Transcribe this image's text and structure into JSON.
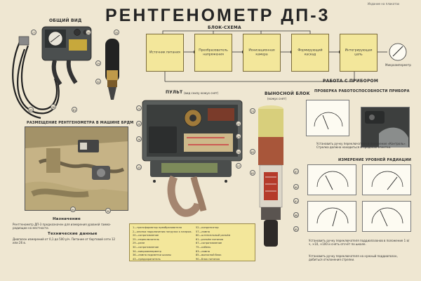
{
  "title": "РЕНТГЕНОМЕТР  ДП-3",
  "stamp": "Издание на плакатах",
  "sections": {
    "general_view": "ОБЩИЙ ВИД",
    "placement": "РАЗМЕЩЕНИЕ РЕНТГЕНОМЕТРА В МАШИНЕ БРДМ",
    "block_diagram": "БЛОК-СХЕМА",
    "console": "ПУЛЬТ",
    "console_note": "(вид снизу кожух снят)",
    "remote_unit": "ВЫНОСНОЙ БЛОК",
    "remote_note": "(кожух снят)",
    "work": "РАБОТА С ПРИБОРОМ",
    "check": "ПРОВЕРКА РАБОТОСПОСОБНОСТИ ПРИБОРА",
    "measure": "ИЗМЕРЕНИЕ УРОВНЕЙ РАДИАЦИИ",
    "purpose": "Назначение",
    "specs": "Технические данные"
  },
  "blocks": [
    "Источник питания",
    "Преобразователь напряжения",
    "Ионизационная камера",
    "Формирующий каскад",
    "Интегрирующая цепь"
  ],
  "microammeter": "Микроамперметр",
  "legend": [
    "1—трансформатор преобразователя",
    "2—кнопка подключения нагрузки к напряж.",
    "20—сопротивление",
    "25—переключатель",
    "29—реле",
    "30—сопротивление",
    "34—микроамперметр",
    "36—лампа подсветки шкалы",
    "43—предохранитель",
    "52—конденсатор",
    "57—лампа",
    "60—штепсельный разъём",
    "61—разъём питания",
    "67—сопротивление",
    "75—кабель",
    "83—лампа",
    "85—выносной блок",
    "90—блок питания"
  ],
  "texts": {
    "purpose_body": "Рентгенометр ДП-3 предназначен для измерения уровней гамма-радиации на местности.",
    "specs_body": "Диапазон измерений от 0,1 до 500 р/ч. Питание от бортовой сети 12 или 26 в.",
    "check_body": "Установить ручку переключателя в положение «Контроль». Стрелка должна находиться в пределах отметки.",
    "measure_body": "Установить ручку переключателя поддиапазонов в положение 1 в/ч, ×10, ×100 и снять отсчёт по шкале.",
    "bottom_note": "Установить ручку переключателя на нужный поддиапазон, добиться отклонения стрелки."
  },
  "callouts": [
    "27",
    "30",
    "35",
    "29",
    "32",
    "81",
    "38",
    "63",
    "24",
    "20",
    "36",
    "43",
    "25",
    "29",
    "33",
    "57",
    "23",
    "83",
    "63",
    "67",
    "60",
    "61",
    "88",
    "85",
    "84",
    "90"
  ]
}
